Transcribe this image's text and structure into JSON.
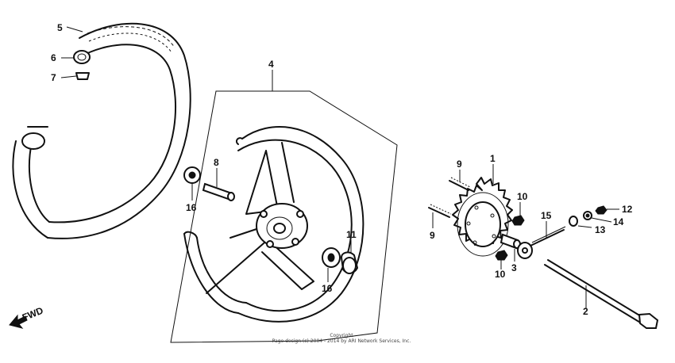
{
  "diagram": {
    "direction_label": "FWD",
    "copyright_line1": "Copyright",
    "copyright_line2": "Page design (c) 2004 - 2014 by ARI Network Services, Inc.",
    "callouts": {
      "tire": "5",
      "tube": "6",
      "rim_band": "7",
      "wheel": "4",
      "spacer": "8",
      "bearing_left": "16",
      "bearing_right": "16",
      "dust_seal": "11",
      "sprocket": "1",
      "stud_upper": "9",
      "stud_lower": "9",
      "nut_upper": "10",
      "nut_lower": "10",
      "collar": "3",
      "axle": "2",
      "adjuster": "15",
      "washer": "13",
      "lock_nut": "14",
      "axle_nut": "12"
    }
  }
}
